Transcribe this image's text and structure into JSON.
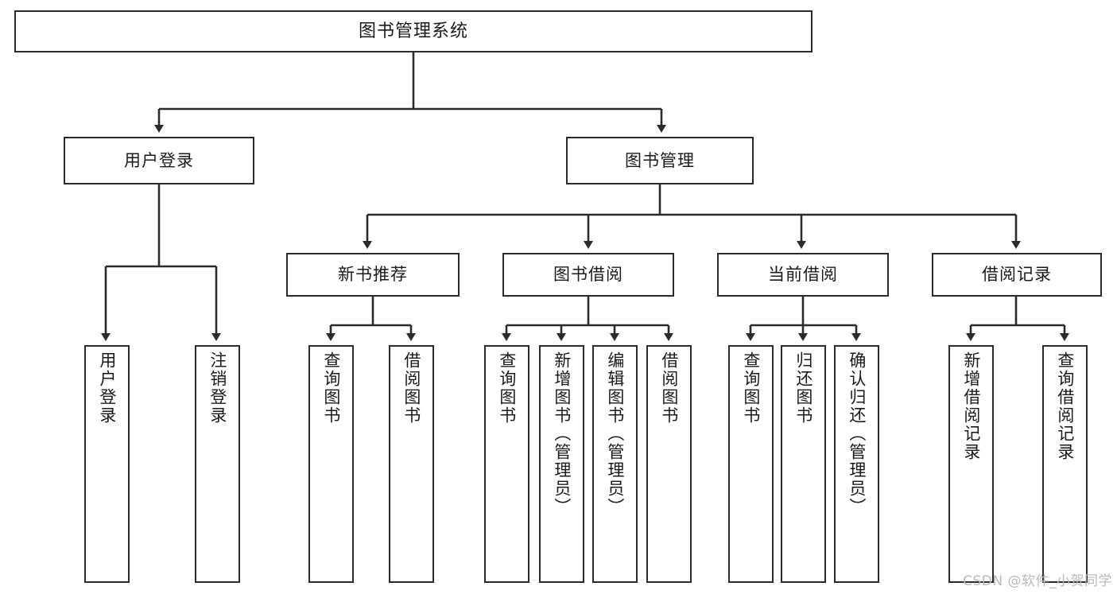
{
  "diagram": {
    "title": "图书管理系统",
    "watermark": "CSDN @软件_小贺同学",
    "stroke_color": "#2b2b2b",
    "text_color": "#1a1a1a",
    "background_color": "#ffffff",
    "watermark_color": "#b9b9b9"
  },
  "nodes": {
    "root": {
      "label": "图书管理系统"
    },
    "level1": [
      {
        "label": "用户登录"
      },
      {
        "label": "图书管理"
      }
    ],
    "level2": [
      {
        "label": "新书推荐"
      },
      {
        "label": "图书借阅"
      },
      {
        "label": "当前借阅"
      },
      {
        "label": "借阅记录"
      }
    ],
    "leaves": [
      {
        "label": "用户登录"
      },
      {
        "label": "注销登录"
      },
      {
        "label": "查询图书"
      },
      {
        "label": "借阅图书"
      },
      {
        "label": "查询图书"
      },
      {
        "label": "新增图书（管理员）"
      },
      {
        "label": "编辑图书（管理员）"
      },
      {
        "label": "借阅图书"
      },
      {
        "label": "查询图书"
      },
      {
        "label": "归还图书"
      },
      {
        "label": "确认归还（管理员）"
      },
      {
        "label": "新增借阅记录"
      },
      {
        "label": "查询借阅记录"
      }
    ]
  },
  "hierarchy": {
    "图书管理系统": [
      "用户登录",
      "图书管理"
    ],
    "用户登录": [
      "用户登录",
      "注销登录"
    ],
    "图书管理": [
      "新书推荐",
      "图书借阅",
      "当前借阅",
      "借阅记录"
    ],
    "新书推荐": [
      "查询图书",
      "借阅图书"
    ],
    "图书借阅": [
      "查询图书",
      "新增图书（管理员）",
      "编辑图书（管理员）",
      "借阅图书"
    ],
    "当前借阅": [
      "查询图书",
      "归还图书",
      "确认归还（管理员）"
    ],
    "借阅记录": [
      "新增借阅记录",
      "查询借阅记录"
    ]
  }
}
